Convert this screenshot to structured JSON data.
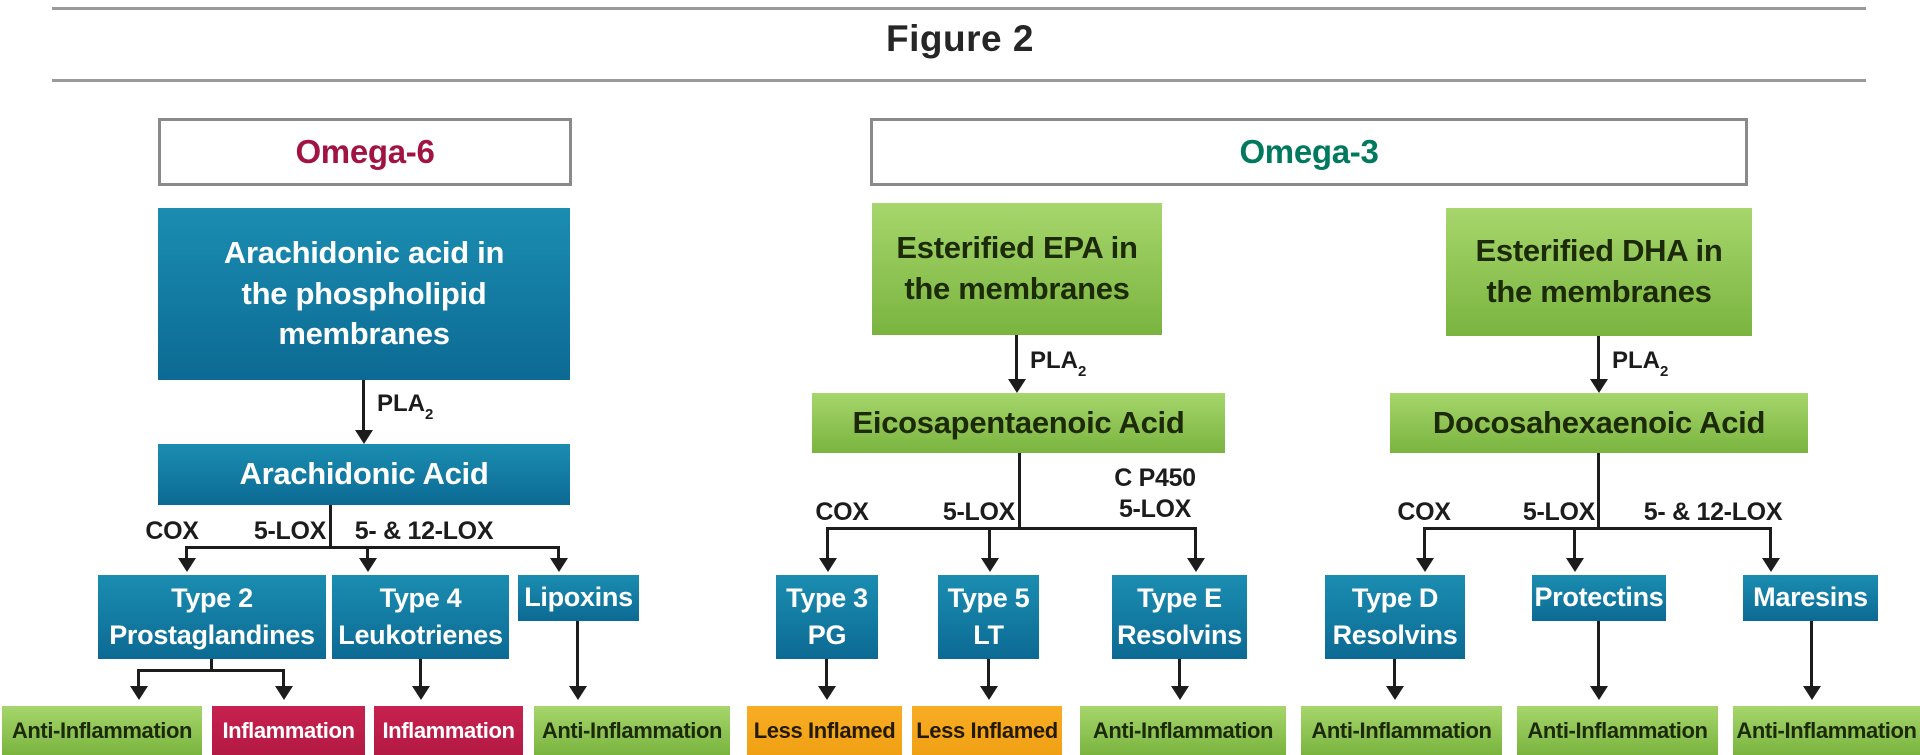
{
  "title": "Figure 2",
  "pla_enzyme": {
    "base": "PLA",
    "sub": "2"
  },
  "colors": {
    "blue_box": "#0f7ba3",
    "green_box_top": "#a6d66c",
    "green_box_bottom": "#7ab43f",
    "red_box": "#c21f4c",
    "orange_box": "#f7a71b",
    "omega6_title": "#a11342",
    "omega3_title": "#00795f",
    "connector": "#1c1c1c",
    "header_border": "#8a8a8a"
  },
  "omega6": {
    "header": "Omega-6",
    "source": "Arachidonic acid in\nthe phospholipid\nmembranes",
    "acid": "Arachidonic Acid",
    "enzymes": [
      "COX",
      "5-LOX",
      "5- & 12-LOX"
    ],
    "products": [
      "Type 2\nProstaglandines",
      "Type 4\nLeukotrienes",
      "Lipoxins"
    ],
    "outcomes": [
      "Anti-Inflammation",
      "Inflammation",
      "Inflammation",
      "Anti-Inflammation"
    ]
  },
  "omega3": {
    "header": "Omega-3",
    "epa": {
      "source": "Esterified EPA in\nthe membranes",
      "acid": "Eicosapentaenoic Acid",
      "enzymes": [
        "COX",
        "5-LOX",
        "C P450\n5-LOX"
      ],
      "products": [
        "Type 3\nPG",
        "Type 5\nLT",
        "Type E\nResolvins"
      ],
      "outcomes": [
        "Less Inflamed",
        "Less Inflamed",
        "Anti-Inflammation"
      ]
    },
    "dha": {
      "source": "Esterified DHA in\nthe membranes",
      "acid": "Docosahexaenoic Acid",
      "enzymes": [
        "COX",
        "5-LOX",
        "5- & 12-LOX"
      ],
      "products": [
        "Type D\nResolvins",
        "Protectins",
        "Maresins"
      ],
      "outcomes": [
        "Anti-Inflammation",
        "Anti-Inflammation",
        "Anti-Inflammation"
      ]
    }
  }
}
